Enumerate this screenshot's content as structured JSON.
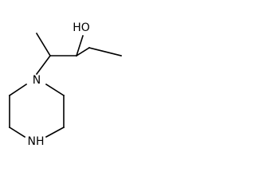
{
  "molecule": {
    "atoms": {
      "hydroxyl": "HO",
      "ring_nitrogen_substituted": "N",
      "ring_nitrogen_h": "NH"
    }
  }
}
